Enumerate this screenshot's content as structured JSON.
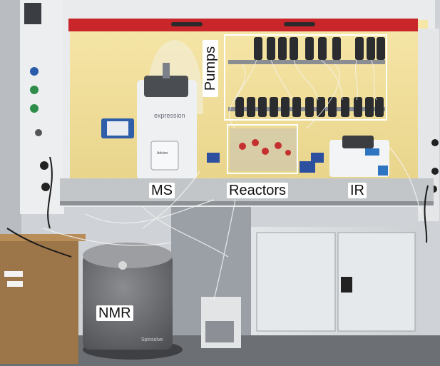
{
  "photo": {
    "labels": {
      "pumps": "Pumps",
      "ms": "MS",
      "reactors": "Reactors",
      "ir": "IR",
      "nmr": "NMR"
    },
    "device_text": {
      "ms_brand": "expression",
      "ms_screen": "Advion",
      "nmr_brand": "Spinsolve"
    }
  }
}
